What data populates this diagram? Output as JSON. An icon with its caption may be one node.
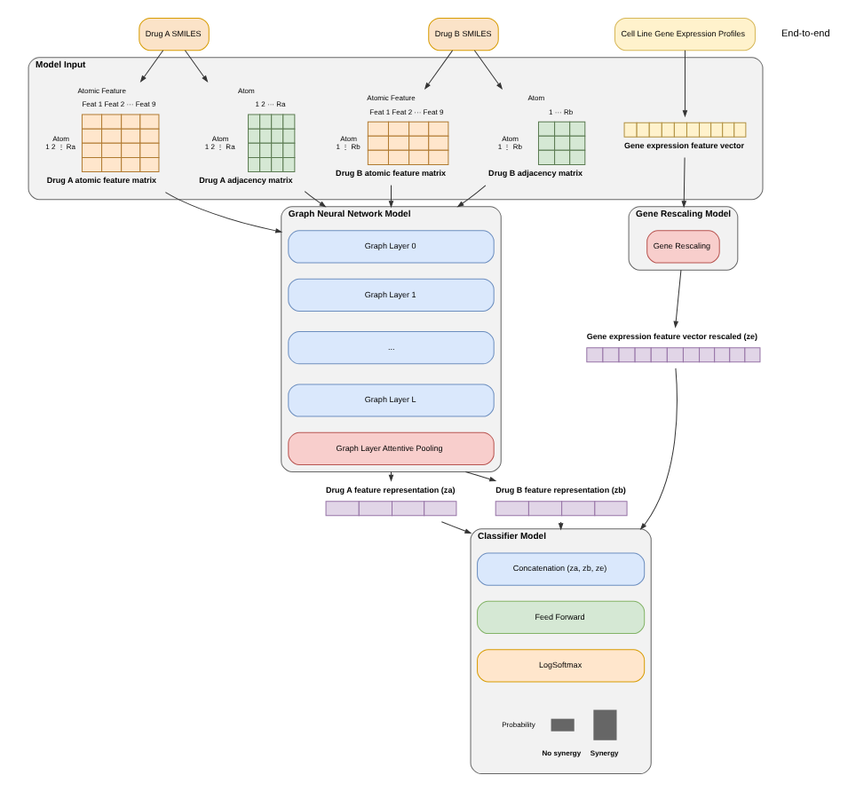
{
  "diagram": {
    "nodes": [
      {
        "text": [
          "Drug A SMILES"
        ]
      },
      {
        "text": [
          "Drug B SMILES"
        ]
      },
      {
        "text": [
          "Cell Line Gene Expression Profiles"
        ]
      },
      {
        "text": [
          "Model Input"
        ]
      },
      {
        "text": [
          "Atomic Feature",
          "Feat 1 Feat 2 ··· Feat 9",
          "Atom",
          "1 2 ⋮ Ra"
        ],
        "beside": [
          "Drug A atomic feature matrix"
        ],
        "in": 3
      },
      {
        "text": [
          "Atom",
          "1 2 ··· Ra",
          "Atom",
          "1 2 ⋮ Ra"
        ],
        "beside": [
          "Drug A adjacency matrix"
        ],
        "in": 3
      },
      {
        "text": [
          "Atomic Feature",
          "Feat 1 Feat 2 ··· Feat 9",
          "Atom",
          "1 ⋮ Rb"
        ],
        "beside": [
          "Drug B atomic feature matrix"
        ],
        "in": 3
      },
      {
        "text": [
          "Atom",
          "1 ··· Rb",
          "Atom",
          "1 ⋮ Rb"
        ],
        "beside": [
          "Drug B adjacency matrix"
        ],
        "in": 3
      },
      {
        "text": [],
        "shape": "bar",
        "beside": [
          "Gene expression feature vector"
        ],
        "in": 3
      },
      {
        "text": [
          "Graph Neural Network Model"
        ]
      },
      {
        "text": [
          "Graph Layer 0"
        ],
        "in": 9
      },
      {
        "text": [
          "Graph Layer 1"
        ],
        "in": 9
      },
      {
        "text": [
          "..."
        ],
        "in": 9
      },
      {
        "text": [
          "Graph Layer L"
        ],
        "in": 9
      },
      {
        "text": [
          "Graph Layer Attentive Pooling"
        ],
        "in": 9
      },
      {
        "text": [
          "Gene Rescaling Model"
        ]
      },
      {
        "text": [
          "Gene Rescaling"
        ],
        "in": 15
      },
      {
        "text": [
          "Drug A feature representation (za)"
        ]
      },
      {
        "text": [
          "Drug B feature representation (zb)"
        ]
      },
      {
        "text": [
          "Gene expression feature vector rescaled (ze)"
        ]
      },
      {
        "text": [
          "Classifier Model"
        ]
      },
      {
        "text": [
          "Concatenation (za, zb, ze)"
        ],
        "in": 20
      },
      {
        "text": [
          "Feed Forward"
        ],
        "in": 20
      },
      {
        "text": [
          "LogSoftmax"
        ],
        "in": 20
      },
      {
        "text": [
          "Probability",
          "No synergy",
          "Synergy"
        ],
        "in": 20
      }
    ],
    "edges": [
      {
        "from": 0,
        "to": 4,
        "arrow": "to"
      },
      {
        "from": 0,
        "to": 5,
        "arrow": "to"
      },
      {
        "from": 1,
        "to": 6,
        "arrow": "to"
      },
      {
        "from": 1,
        "to": 7,
        "arrow": "to"
      },
      {
        "from": 2,
        "to": 8,
        "arrow": "to"
      },
      {
        "from": 4,
        "to": 9,
        "arrow": "to"
      },
      {
        "from": 5,
        "to": 9,
        "arrow": "to"
      },
      {
        "from": 6,
        "to": 9,
        "arrow": "to"
      },
      {
        "from": 7,
        "to": 9,
        "arrow": "to"
      },
      {
        "from": 8,
        "to": 15,
        "arrow": "to"
      },
      {
        "from": 9,
        "to": 17,
        "arrow": "to"
      },
      {
        "from": 9,
        "to": 18,
        "arrow": "to"
      },
      {
        "from": 15,
        "to": 19,
        "arrow": "to"
      },
      {
        "from": 17,
        "to": 20,
        "arrow": "to"
      },
      {
        "from": 18,
        "to": 20,
        "arrow": "to"
      },
      {
        "from": 19,
        "to": 20,
        "arrow": "to"
      }
    ],
    "labels": [
      "End-to-end"
    ]
  }
}
